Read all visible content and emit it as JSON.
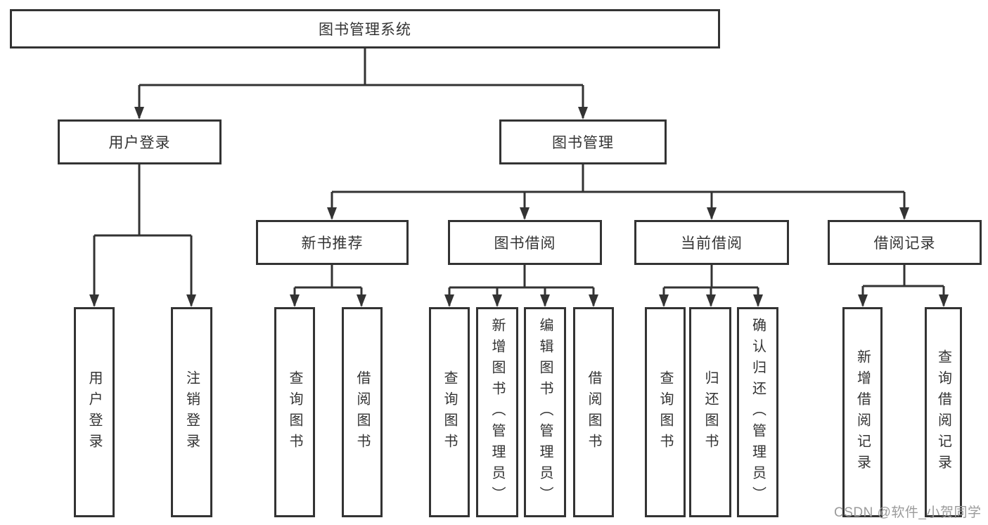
{
  "tree": {
    "label": "图书管理系统",
    "children": [
      {
        "label": "用户登录",
        "children": [
          {
            "label": "用户登录"
          },
          {
            "label": "注销登录"
          }
        ]
      },
      {
        "label": "图书管理",
        "children": [
          {
            "label": "新书推荐",
            "children": [
              {
                "label": "查询图书"
              },
              {
                "label": "借阅图书"
              }
            ]
          },
          {
            "label": "图书借阅",
            "children": [
              {
                "label": "查询图书"
              },
              {
                "label": "新增图书（管理员）"
              },
              {
                "label": "编辑图书（管理员）"
              },
              {
                "label": "借阅图书"
              }
            ]
          },
          {
            "label": "当前借阅",
            "children": [
              {
                "label": "查询图书"
              },
              {
                "label": "归还图书"
              },
              {
                "label": "确认归还（管理员）"
              }
            ]
          },
          {
            "label": "借阅记录",
            "children": [
              {
                "label": "新增借阅记录"
              },
              {
                "label": "查询借阅记录"
              }
            ]
          }
        ]
      }
    ]
  },
  "watermark": {
    "text": "CSDN @软件_小贺同学"
  },
  "colors": {
    "line": "#333333",
    "box_border": "#333333",
    "text": "#333333",
    "watermark_text": "#9b9b9b",
    "background": "#ffffff"
  }
}
